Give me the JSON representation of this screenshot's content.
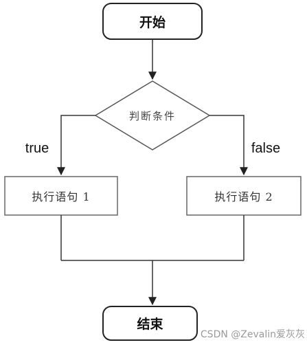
{
  "nodes": {
    "start": "开始",
    "condition": "判断条件",
    "statement1": "执行语句 1",
    "statement2": "执行语句 2",
    "end": "结束"
  },
  "branches": {
    "true_label": "true",
    "false_label": "false"
  },
  "watermark": "CSDN @Zevalin爱灰灰",
  "colors": {
    "stroke": "#333333",
    "terminal_stroke": "#222222",
    "box_fill": "#ffffff"
  }
}
